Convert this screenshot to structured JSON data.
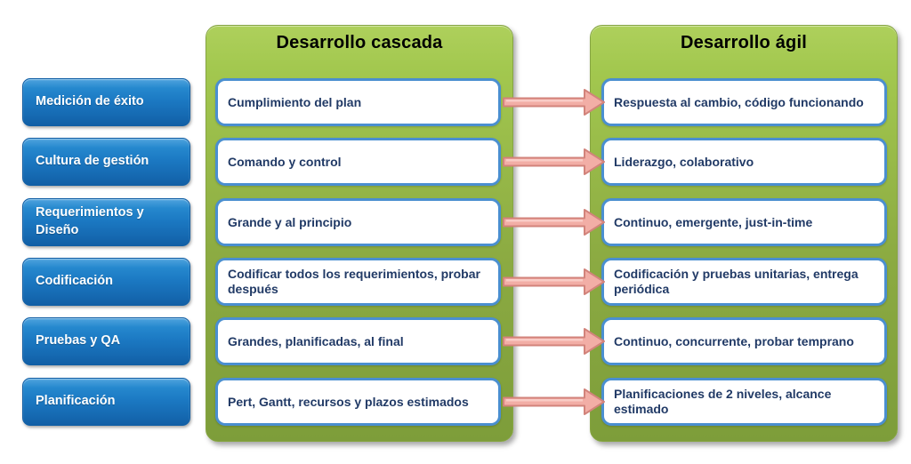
{
  "diagram": {
    "categories": [
      "Medición de éxito",
      "Cultura de gestión",
      "Requerimientos y Diseño",
      "Codificación",
      "Pruebas y QA",
      "Planificación"
    ],
    "waterfall": {
      "title": "Desarrollo cascada",
      "items": [
        "Cumplimiento del plan",
        "Comando y control",
        "Grande y al principio",
        "Codificar todos los requerimientos, probar después",
        "Grandes, planificadas, al final",
        "Pert, Gantt, recursos y plazos estimados"
      ]
    },
    "agile": {
      "title": "Desarrollo ágil",
      "items": [
        "Respuesta al cambio, código funcionando",
        "Liderazgo, colaborativo",
        "Continuo, emergente, just-in-time",
        "Codificación y pruebas unitarias, entrega periódica",
        "Continuo, concurrente, probar temprano",
        "Planificaciones de 2 niveles, alcance estimado"
      ]
    },
    "icons": {
      "arrow": "right-arrow-icon"
    },
    "colors": {
      "category_blue": "#1b78c2",
      "panel_green_top": "#a3c84f",
      "panel_green_bottom": "#7d9d3a",
      "item_border_blue": "#4a8fd0",
      "item_text_navy": "#213a66",
      "panel_title_black": "#000000",
      "arrow_fill": "#f2aea6",
      "arrow_stroke": "#d2837b"
    }
  }
}
